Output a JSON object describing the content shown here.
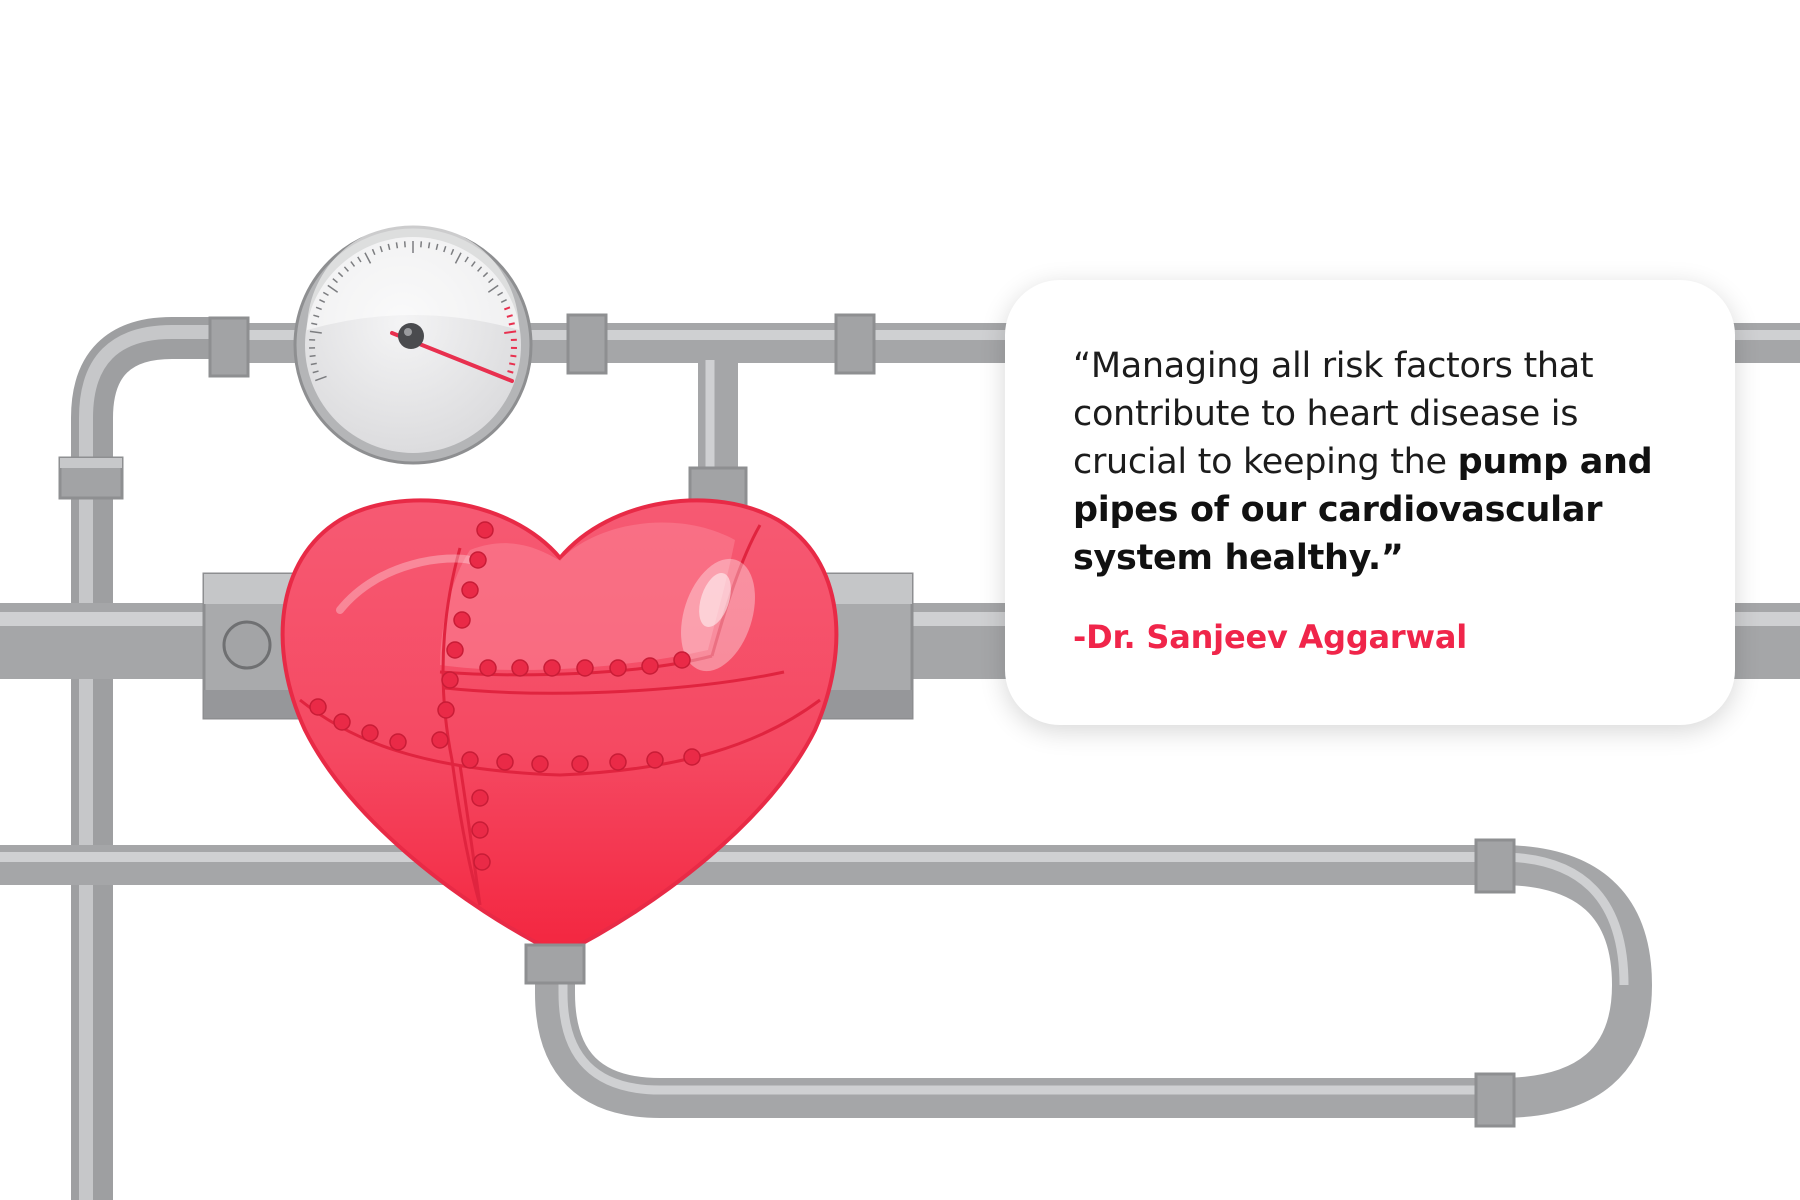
{
  "quote": {
    "text_regular": "“Managing all risk factors that contribute to heart disease is crucial to keeping the ",
    "text_bold": "pump and pipes of our cardiovascular system healthy.”",
    "author": "-Dr. Sanjeev Aggarwal"
  },
  "colors": {
    "heart": "#f7435f",
    "heart_light": "#fb8a9b",
    "pipe": "#a9aaac",
    "pipe_highlight": "#d2d3d5",
    "pipe_shadow": "#8f9092",
    "accent_red": "#f0254a",
    "text": "#1c1c1c",
    "card_bg": "#ffffff"
  },
  "icons": [
    "pressure-gauge-icon",
    "heart-pump-icon",
    "pipe-network"
  ]
}
